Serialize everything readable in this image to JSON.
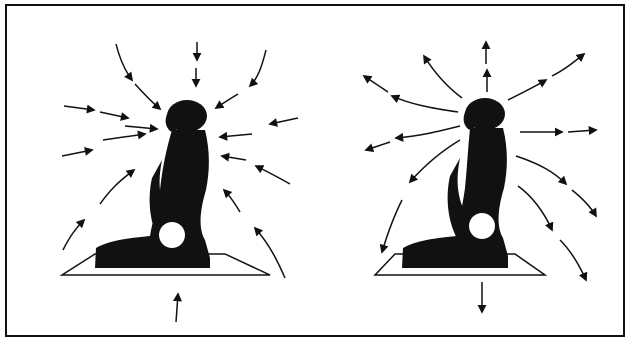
{
  "figure": {
    "panels": [
      {
        "id": "inflow",
        "arrow_direction": "toward-body"
      },
      {
        "id": "outflow",
        "arrow_direction": "away-from-body"
      }
    ]
  },
  "colors": {
    "ink": "#111111",
    "background": "#ffffff",
    "mat": "#ffffff",
    "center_dot": "#ffffff"
  },
  "icons": {
    "arrow": "arrow-icon",
    "figure": "kneeling-person-silhouette",
    "mat": "prayer-mat"
  }
}
